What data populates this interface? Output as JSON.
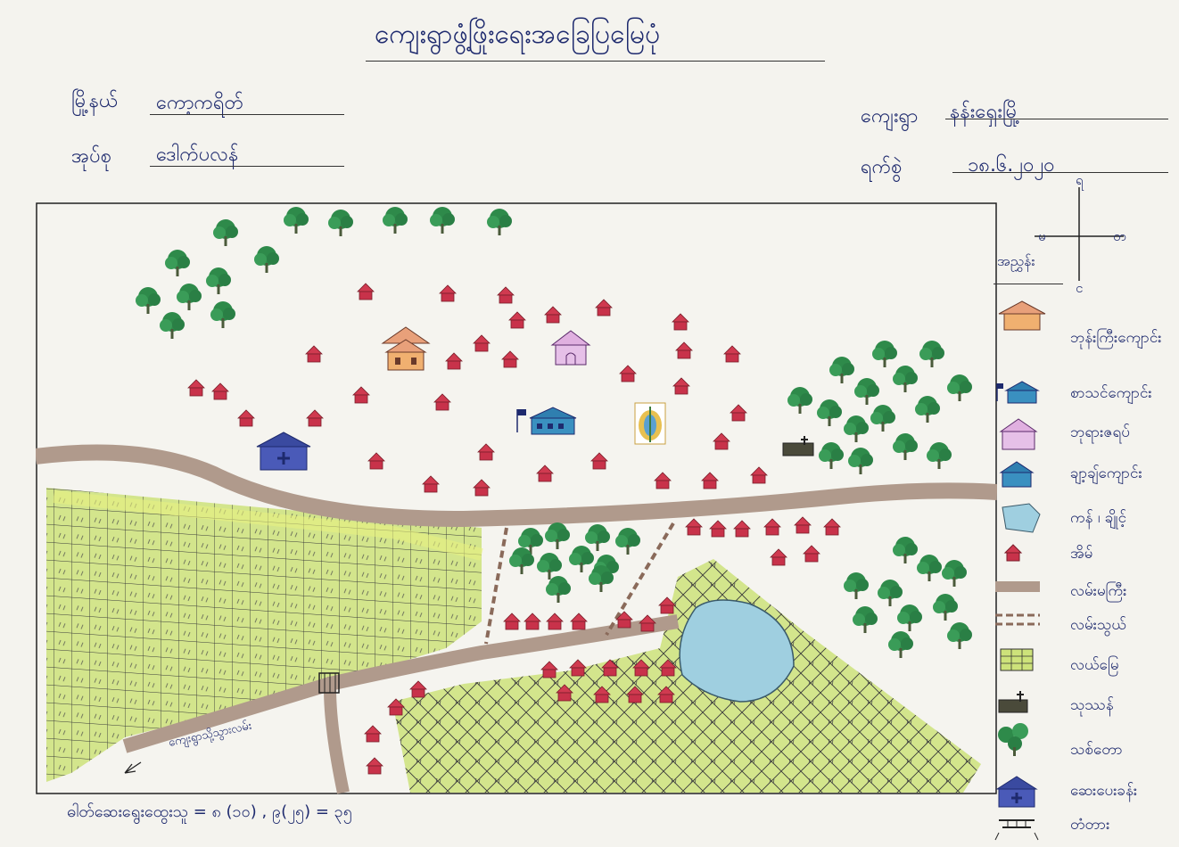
{
  "header": {
    "title": "ကျေးရွာဖွံ့ဖြိုးရေးအခြေပြမြေပုံ",
    "township_label": "မြို့နယ်",
    "township_value": "ကော့ကရိတ်",
    "tract_label": "အုပ်စု",
    "tract_value": "ဒေါက်ပလန်",
    "village_label": "ကျေးရွာ",
    "village_value": "နန်းရှေးမြို့",
    "date_label": "ရက်စွဲ",
    "date_value": "၁၈.၆.၂၀၂၀"
  },
  "compass": {
    "north": "ရ",
    "south": "င",
    "east": "တ",
    "west": "မ"
  },
  "legend": {
    "title": "အညွှန်း",
    "items": [
      {
        "icon": "monastery-icon",
        "label": "ဘုန်းကြီးကျောင်း"
      },
      {
        "icon": "school-icon",
        "label": "စာသင်ကျောင်း"
      },
      {
        "icon": "pagoda-hall-icon",
        "label": "ဘုရားဇရပ်"
      },
      {
        "icon": "church-icon",
        "label": "ချာ့ချ်ကျောင်း"
      },
      {
        "icon": "pond-icon",
        "label": "ကန် ၊ ချိုင့်"
      },
      {
        "icon": "house-icon",
        "label": "အိမ်"
      },
      {
        "icon": "main-road-icon",
        "label": "လမ်းမကြီး"
      },
      {
        "icon": "small-road-icon",
        "label": "လမ်းသွယ်"
      },
      {
        "icon": "paddy-field-icon",
        "label": "လယ်မြေ"
      },
      {
        "icon": "cemetery-icon",
        "label": "သုဿန်"
      },
      {
        "icon": "forest-icon",
        "label": "သစ်တော"
      },
      {
        "icon": "clinic-icon",
        "label": "ဆေးပေးခန်း"
      },
      {
        "icon": "bridge-icon",
        "label": "တံတား"
      }
    ]
  },
  "map": {
    "road_to_label": "ကျေးရွာသို့သွားလမ်း"
  },
  "footer": {
    "households": "ဓါတ်ဆေးရွေးထွေးသူ = ၈ (၁၀) , ၉(၂၅) = ၃၅"
  },
  "colors": {
    "house": "#d03a50",
    "tree": "#2e8a4a",
    "road": "#b09a8c",
    "field": "#c9df6a",
    "pond": "#9fcfe0"
  }
}
